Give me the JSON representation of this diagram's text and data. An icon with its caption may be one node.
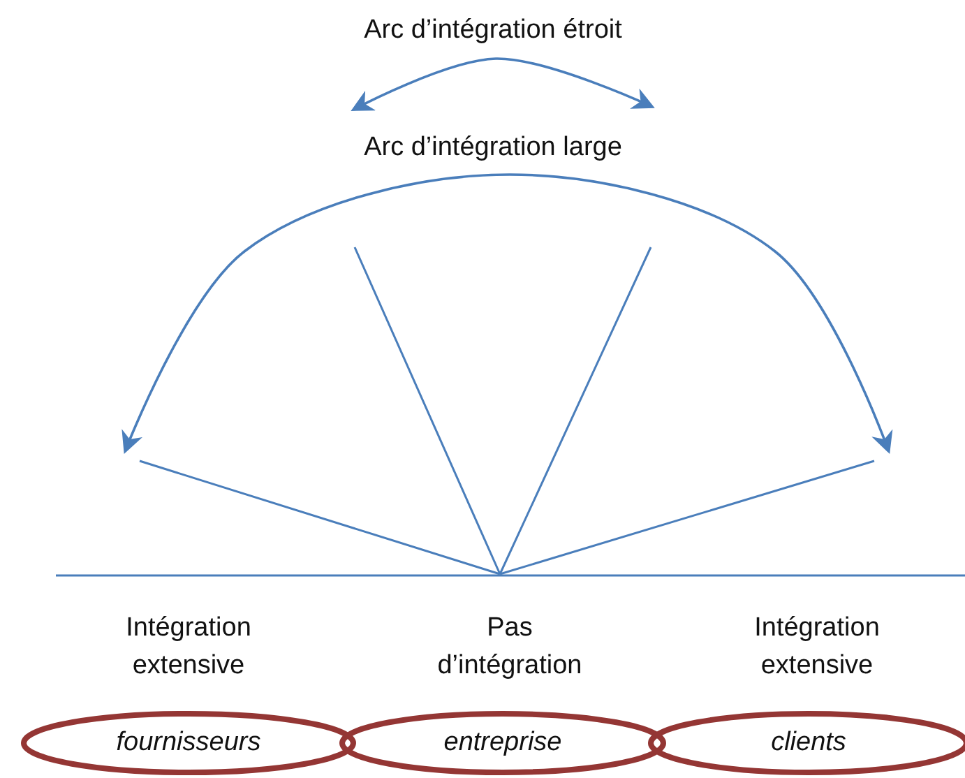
{
  "diagram": {
    "nodes": [
      {
        "text": [
          "fournisseurs"
        ]
      },
      {
        "text": [
          "entreprise"
        ]
      },
      {
        "text": [
          "clients"
        ]
      }
    ],
    "labels": [
      "Arc d’intégration étroit",
      "Arc d’intégration large",
      "Intégration extensive",
      "Pas d’intégration",
      "Intégration extensive"
    ]
  }
}
